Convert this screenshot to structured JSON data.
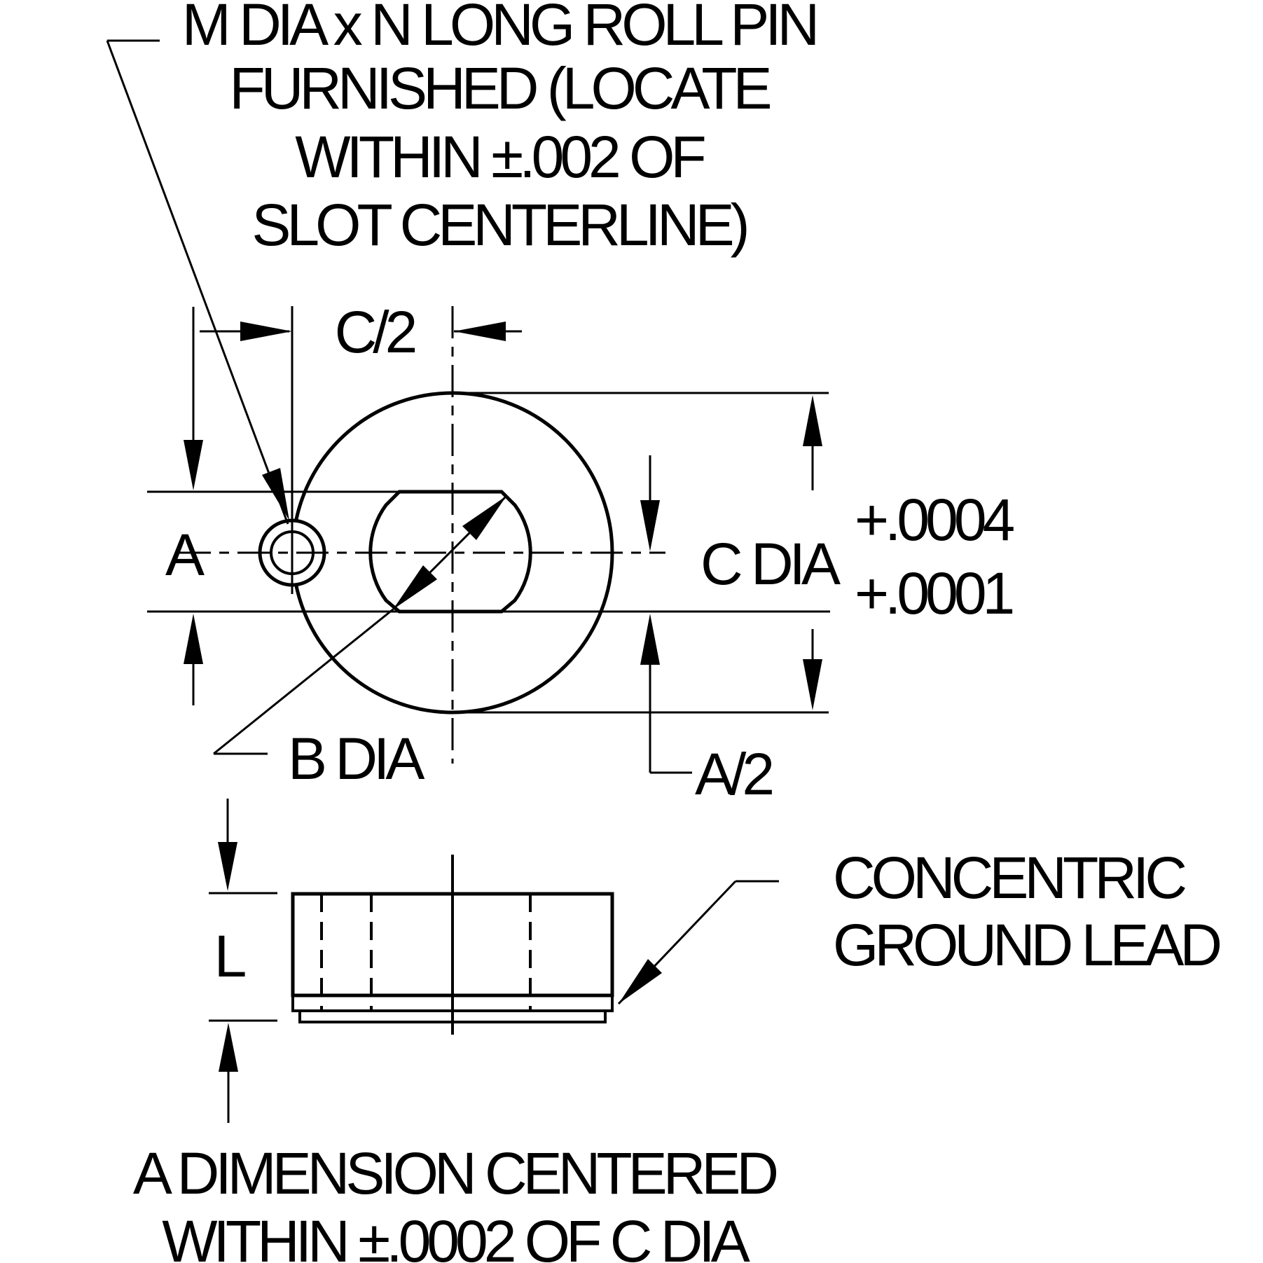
{
  "drawing": {
    "background": "#ffffff",
    "line_color": "#000000",
    "pin_note": {
      "line1": "M DIA x N LONG ROLL PIN",
      "line2": "FURNISHED (LOCATE",
      "line3": "WITHIN ±.002 OF",
      "line4": "SLOT CENTERLINE)"
    },
    "dims": {
      "a": "A",
      "c_half": "C/2",
      "b_dia": "B DIA",
      "a_half": "A/2",
      "c_dia": "C DIA",
      "c_tol_upper": "+.0004",
      "c_tol_lower": "+.0001",
      "l": "L"
    },
    "ground_lead_note": {
      "line1": "CONCENTRIC",
      "line2": "GROUND LEAD"
    },
    "bottom_note": {
      "line1": "A DIMENSION CENTERED",
      "line2": "WITHIN ±.0002 OF C DIA"
    }
  }
}
